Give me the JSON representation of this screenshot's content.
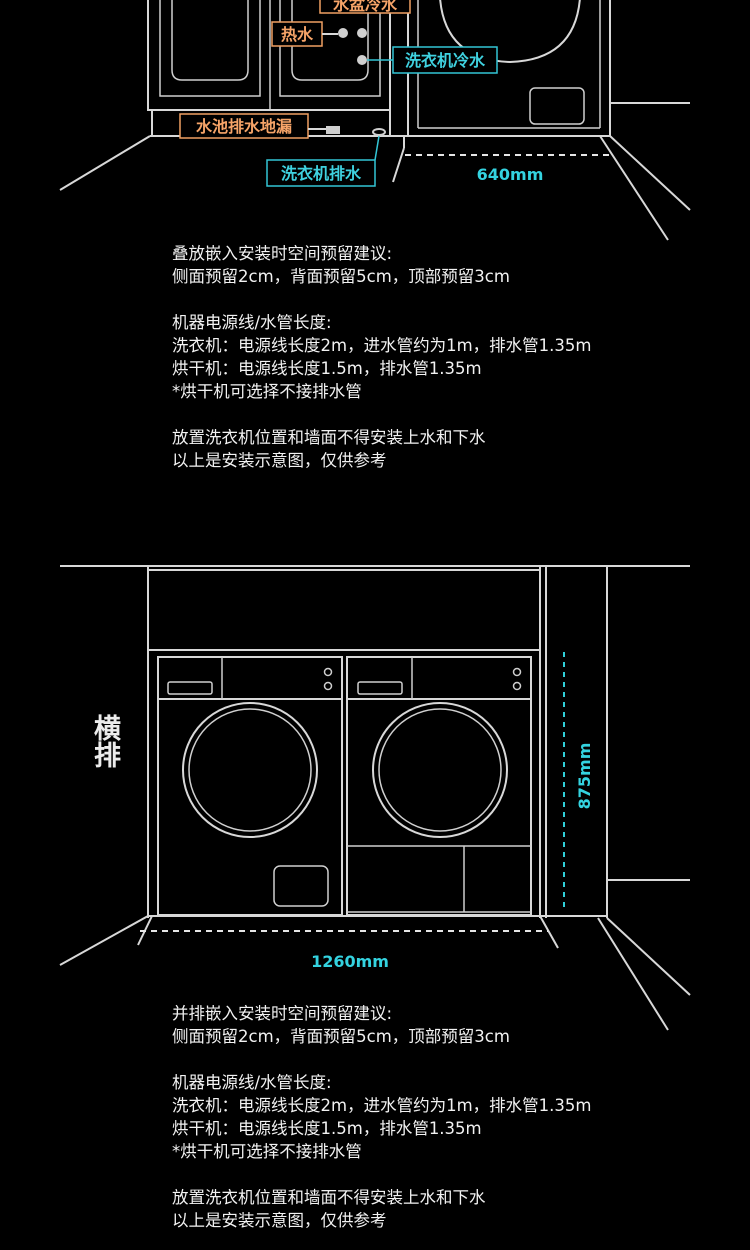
{
  "top_diagram": {
    "callouts": {
      "basin_cold": "水盆冷水",
      "hot_water": "热水",
      "washer_cold": "洗衣机冷水",
      "sink_floor_drain": "水池排水地漏",
      "washer_drain": "洗衣机排水"
    },
    "width_dim": "640mm"
  },
  "stacked_notes": {
    "heading": "叠放嵌入安装时空间预留建议:",
    "clearance": "侧面预留2cm，背面预留5cm，顶部预留3cm",
    "cable_heading": "机器电源线/水管长度:",
    "washer": "洗衣机：电源线长度2m，进水管约为1m，排水管1.35m",
    "dryer": "烘干机：电源线长度1.5m，排水管1.35m",
    "dryer_note": "*烘干机可选择不接排水管",
    "wall_note": "放置洗衣机位置和墙面不得安装上水和下水",
    "disclaimer": "以上是安装示意图，仅供参考"
  },
  "side_by_side": {
    "title": "横排",
    "width_dim": "1260mm",
    "height_dim": "875mm"
  },
  "side_notes": {
    "heading": "并排嵌入安装时空间预留建议:",
    "clearance": "侧面预留2cm，背面预留5cm，顶部预留3cm",
    "cable_heading": "机器电源线/水管长度:",
    "washer": "洗衣机：电源线长度2m，进水管约为1m，排水管1.35m",
    "dryer": "烘干机：电源线长度1.5m，排水管1.35m",
    "dryer_note": "*烘干机可选择不接排水管",
    "wall_note": "放置洗衣机位置和墙面不得安装上水和下水",
    "disclaimer": "以上是安装示意图，仅供参考"
  },
  "colors": {
    "background": "#000000",
    "line": "#d8d8d8",
    "callout_orange": "#f6a468",
    "callout_cyan": "#3fd2e0"
  }
}
